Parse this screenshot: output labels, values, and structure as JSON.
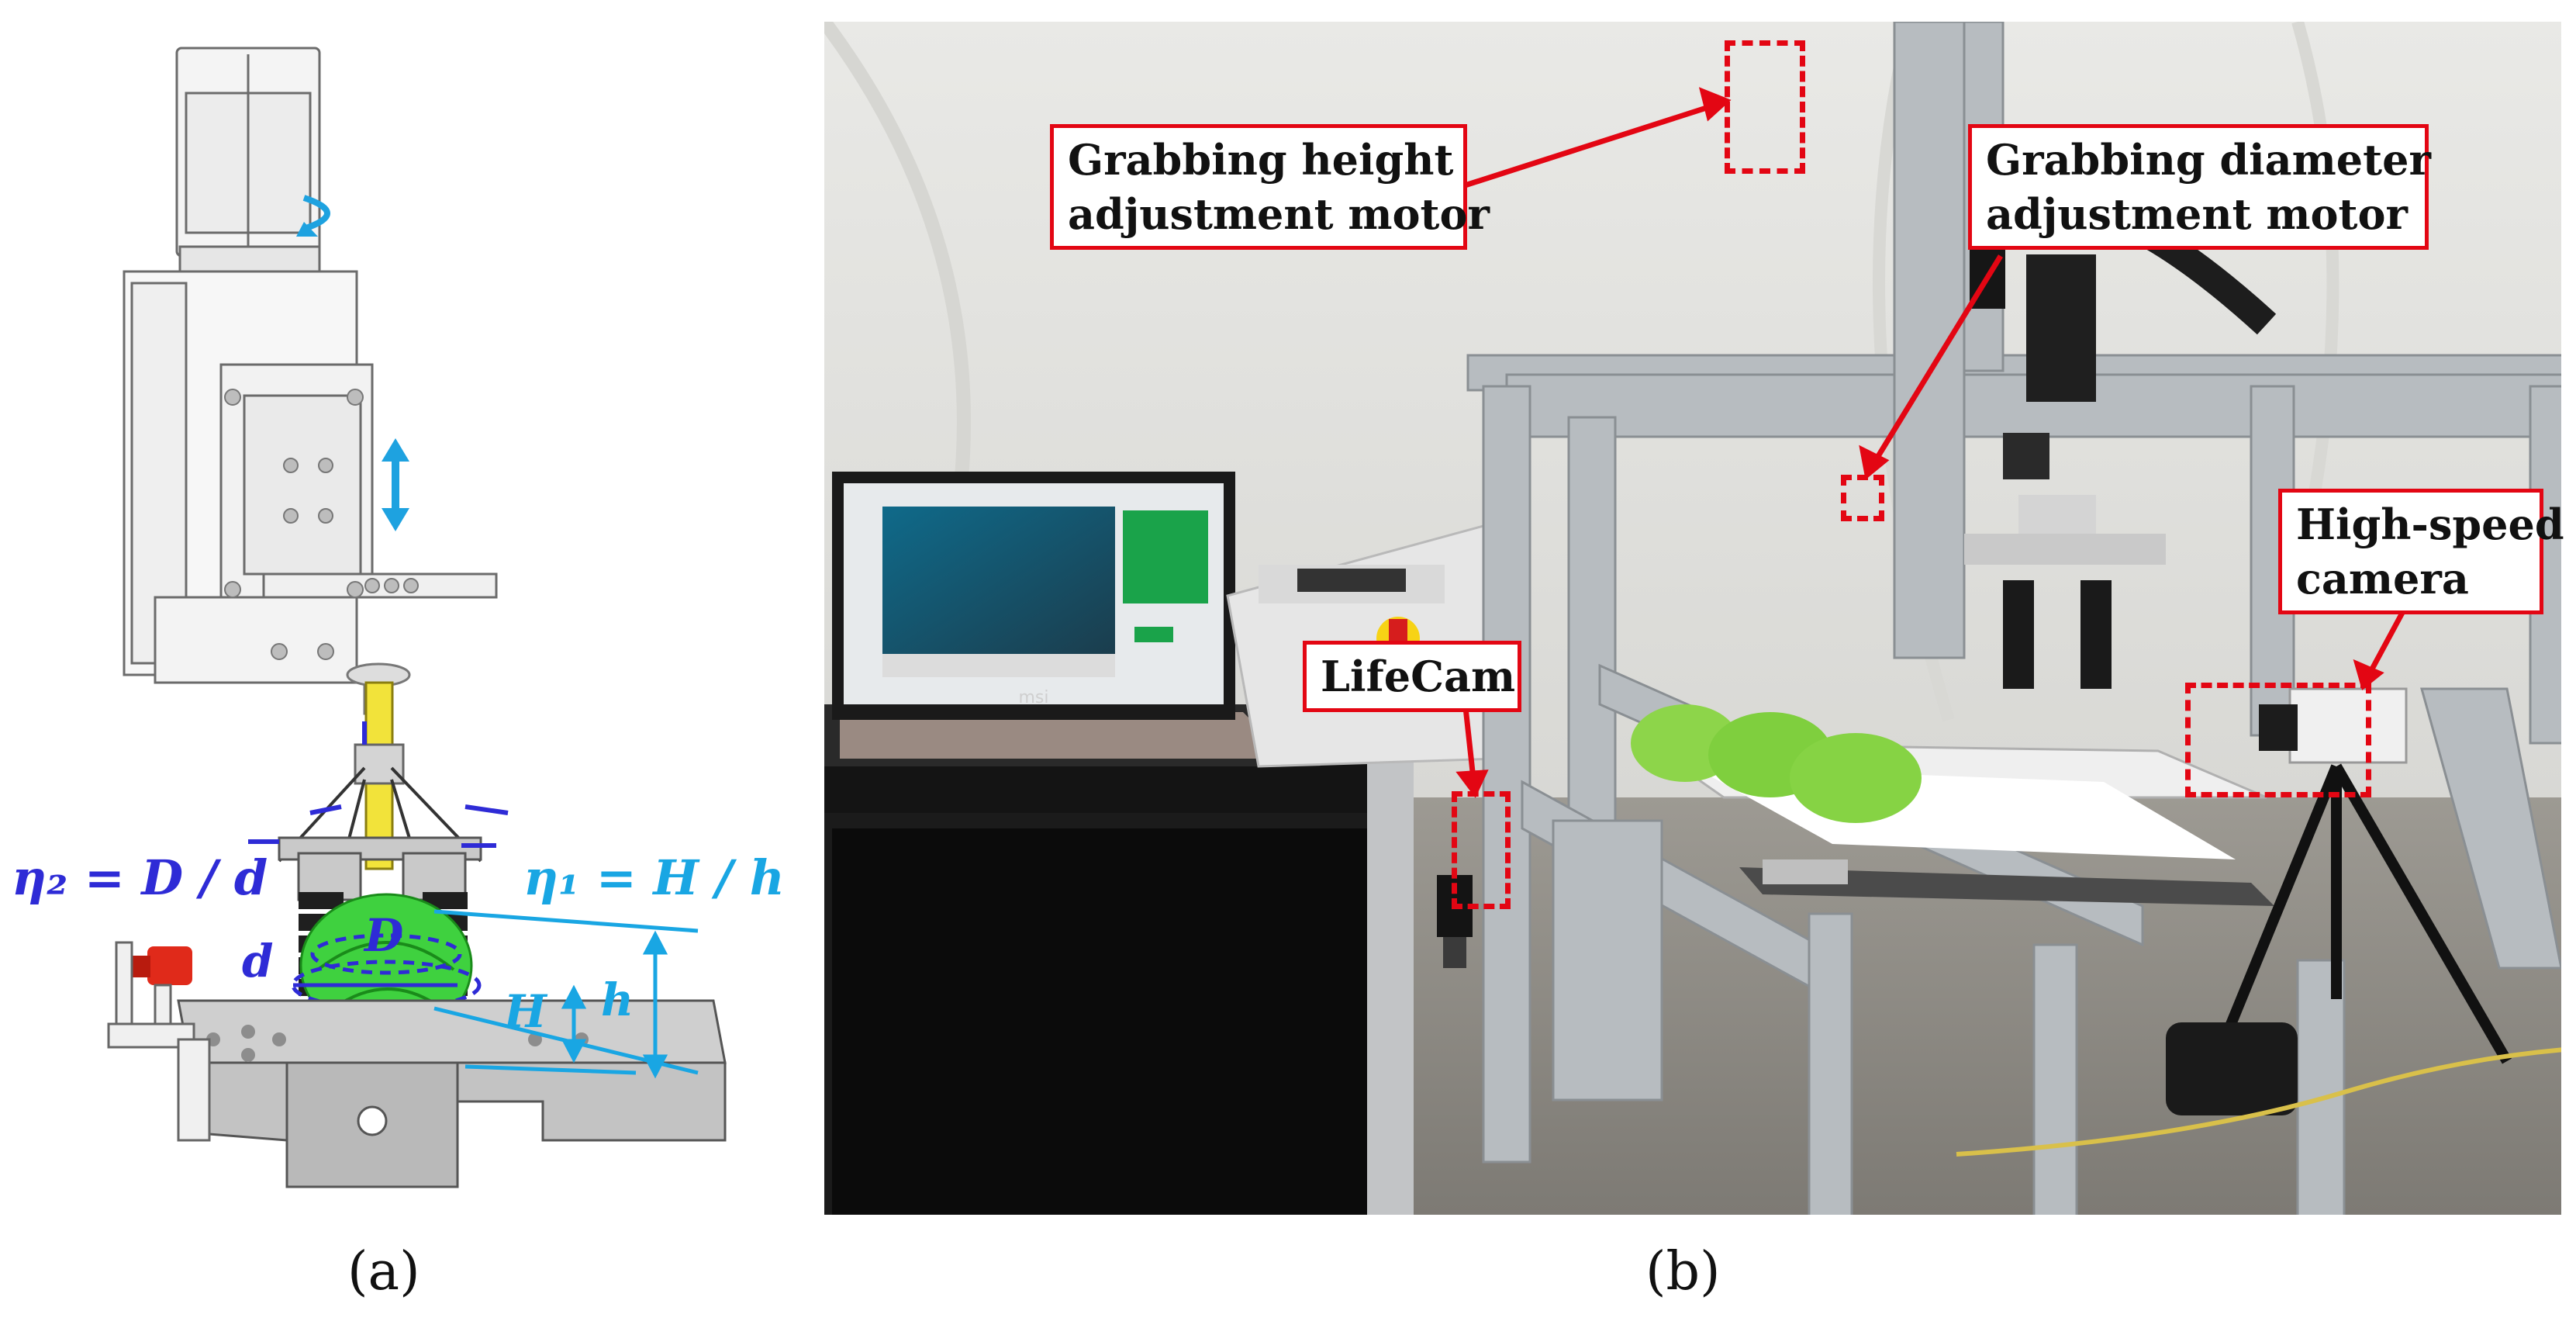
{
  "panels": {
    "a_label": "(a)",
    "b_label": "(b)"
  },
  "diagram_a": {
    "eq_eta2": "η₂ = D / d",
    "eq_eta1": "η₁ = H / h",
    "symbol_d": "d",
    "symbol_D": "D",
    "symbol_H": "H",
    "symbol_h": "h"
  },
  "photo_b": {
    "callouts": {
      "height_motor": [
        "Grabbing height",
        "adjustment motor"
      ],
      "diameter_motor": [
        "Grabbing diameter",
        "adjustment motor"
      ],
      "high_speed_camera": [
        "High-speed",
        "camera"
      ],
      "lifecam": "LifeCam"
    },
    "laptop_brand": "msi"
  },
  "colors": {
    "callout_red": "#e30613",
    "eta2_blue": "#2e2bd6",
    "eta1_cyan": "#19a6e3",
    "lettuce_green": "#3fd13f"
  }
}
